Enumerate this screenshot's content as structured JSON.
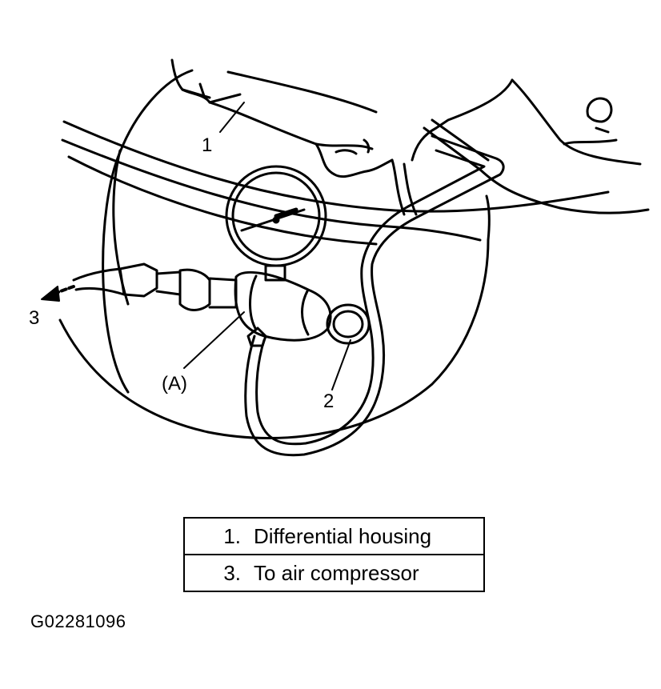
{
  "callouts": {
    "c1": "1",
    "c2": "2",
    "c3": "3",
    "cA": "(A)"
  },
  "legend": [
    {
      "number": "1.",
      "text": "Differential housing"
    },
    {
      "number": "3.",
      "text": "To air compressor"
    }
  ],
  "figure_code": "G02281096",
  "icons": {
    "gauge": "pressure-gauge-icon",
    "arrow": "arrow-left-icon"
  }
}
